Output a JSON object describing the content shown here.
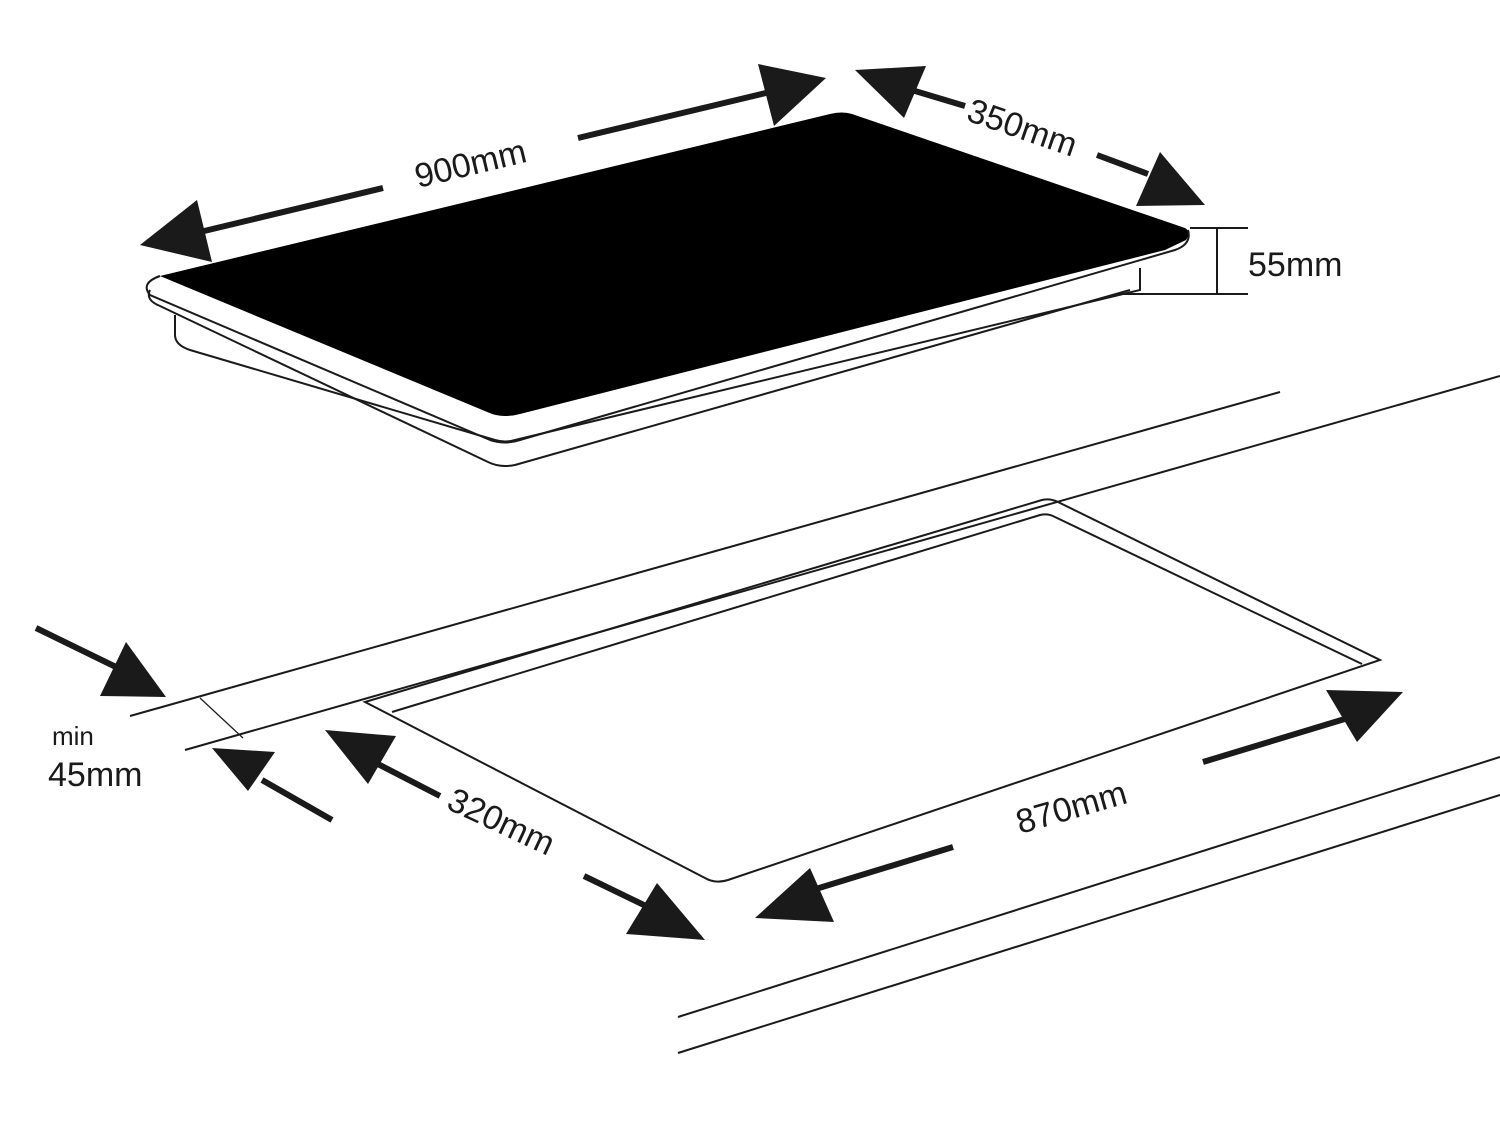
{
  "dimensions": {
    "hob_width": "900mm",
    "hob_depth": "350mm",
    "hob_height": "55mm",
    "cutout_width": "870mm",
    "cutout_depth": "320mm",
    "min_label": "min",
    "min_clearance": "45mm"
  },
  "colors": {
    "ink": "#1a1a1a",
    "hob_glass": "#000000",
    "background": "#ffffff"
  }
}
